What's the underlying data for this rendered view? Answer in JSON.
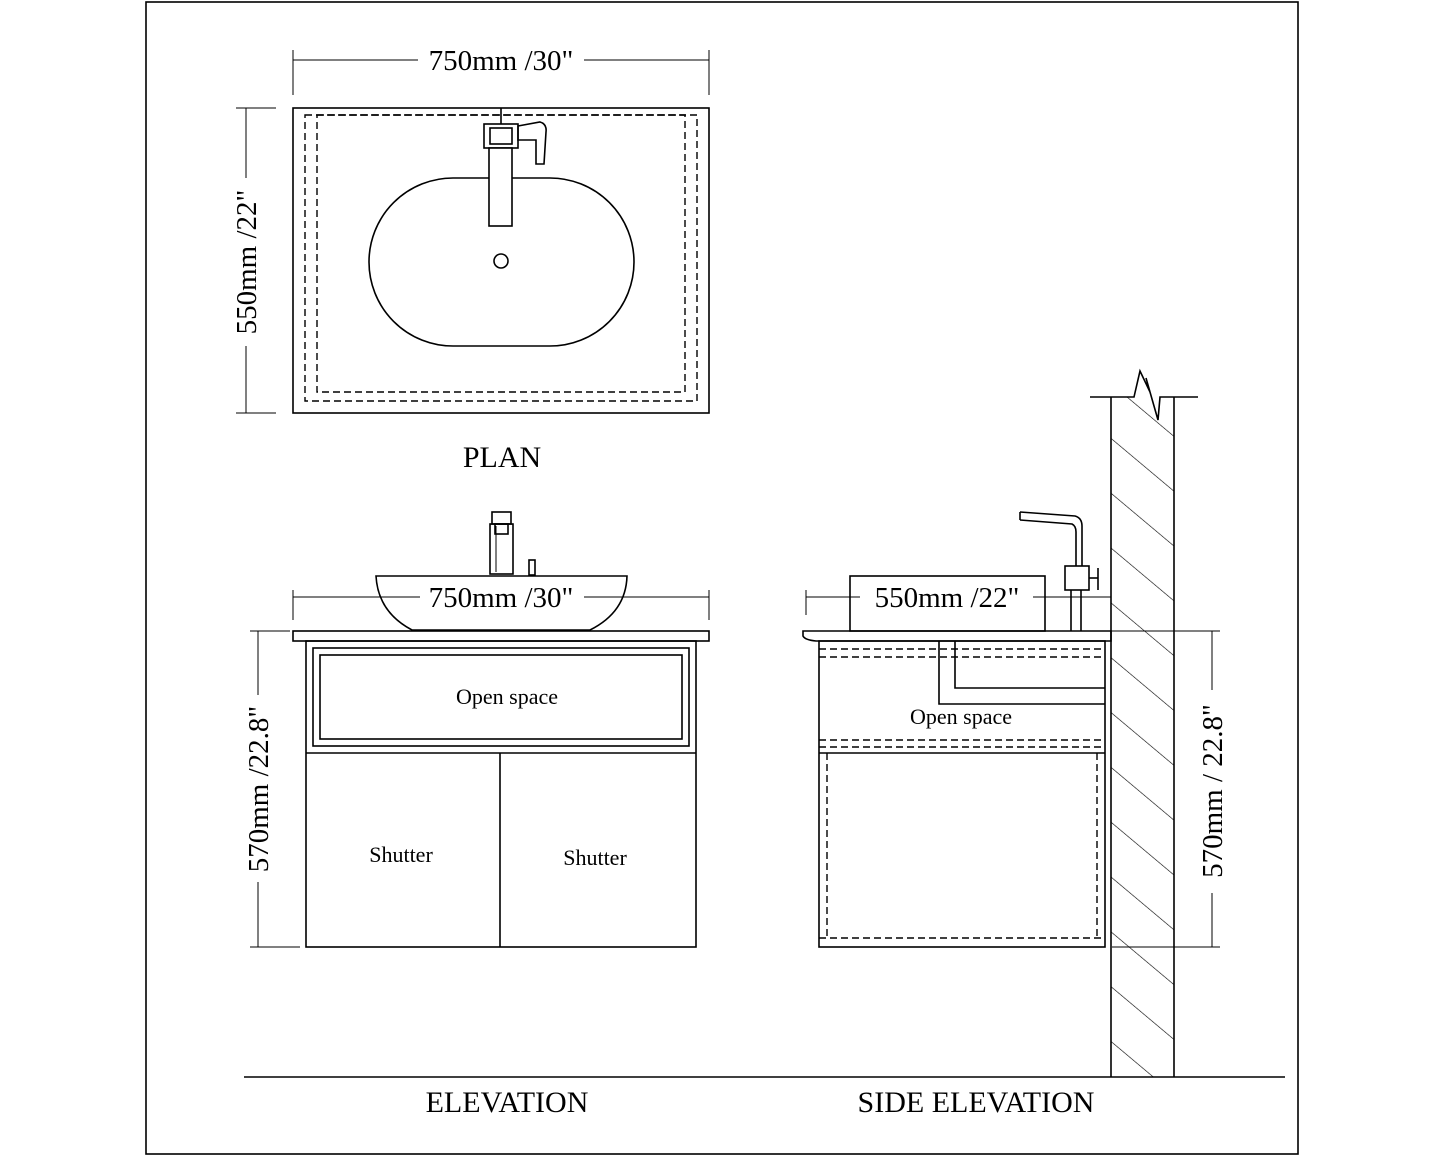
{
  "plan": {
    "title": "PLAN",
    "width_dim": "750mm /30\"",
    "depth_dim": "550mm /22\""
  },
  "elevation": {
    "title": "ELEVATION",
    "width_dim": "750mm /30\"",
    "height_dim": "570mm /22.8\"",
    "open_space_label": "Open space",
    "shutter_left_label": "Shutter",
    "shutter_right_label": "Shutter"
  },
  "side_elevation": {
    "title": "SIDE ELEVATION",
    "depth_dim": "550mm /22\"",
    "height_dim": "570mm / 22.8\"",
    "open_space_label": "Open space"
  }
}
